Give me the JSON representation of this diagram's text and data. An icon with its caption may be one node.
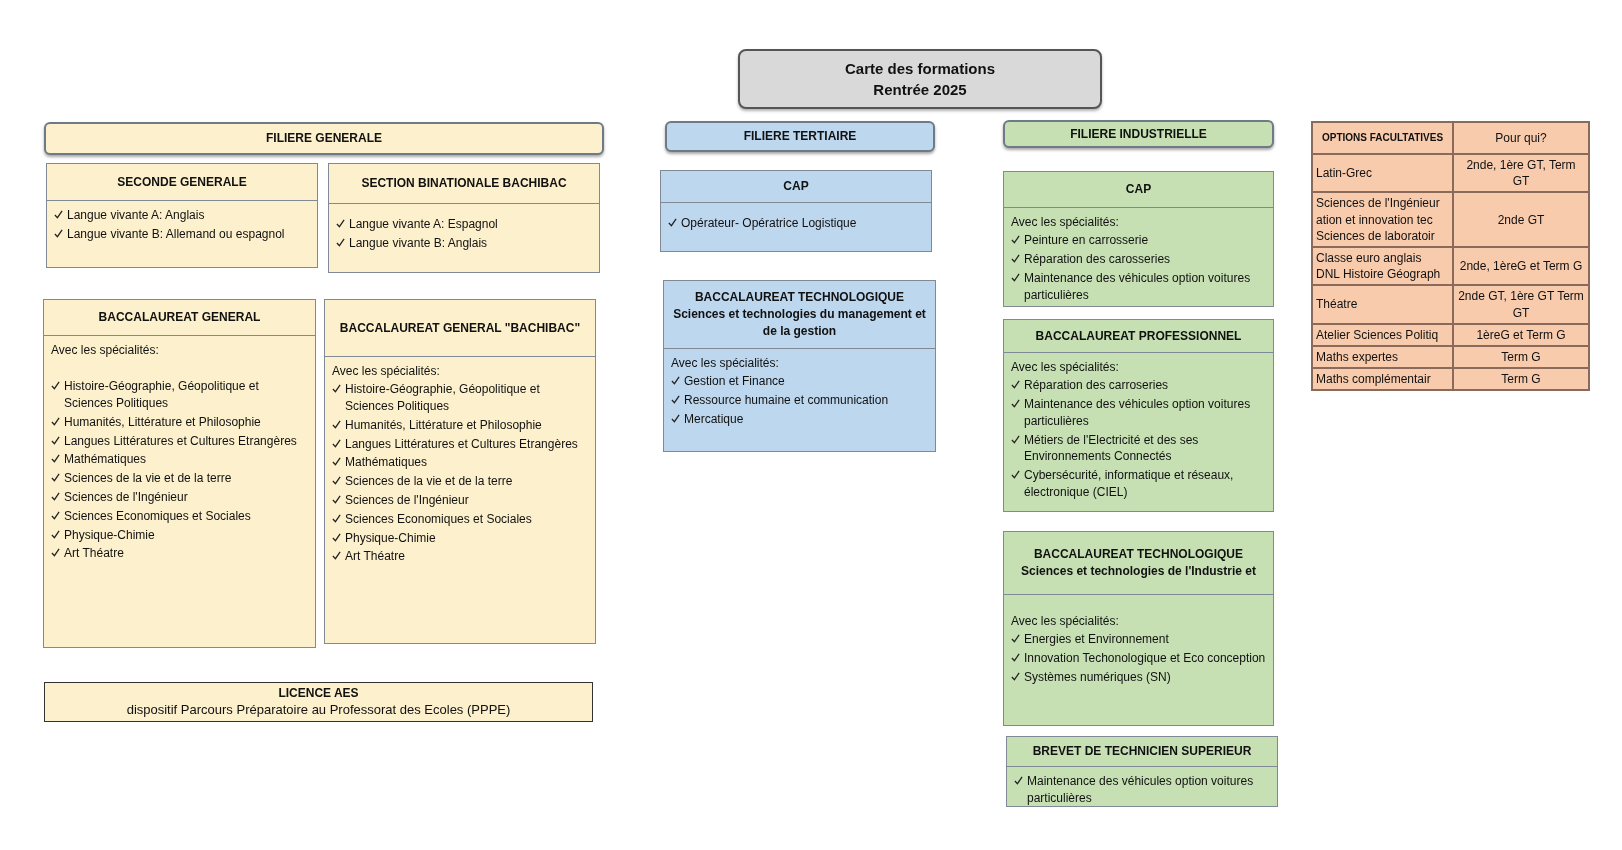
{
  "diagram": {
    "nodes": [
      {
        "text": [
          "Carte des formations Rentrée 2025"
        ]
      },
      {
        "text": [
          "FILIERE GENERALE"
        ]
      },
      {
        "text": [
          "SECONDE GENERALE",
          "Langue vivante A: Anglais",
          "Langue vivante B: Allemand ou espagnol"
        ]
      },
      {
        "text": [
          "SECTION BINATIONALE BACHIBAC",
          "Langue vivante A: Espagnol",
          "Langue vivante B: Anglais"
        ]
      },
      {
        "text": [
          "BACCALAUREAT GENERAL",
          "Avec les spécialités:",
          "Histoire-Géographie, Géopolitique et Sciences Politiques",
          "Humanités, Littérature et Philosophie",
          "Langues Littératures et Cultures Etrangères",
          "Mathématiques",
          "Sciences de la vie et de la terre",
          "Sciences de l'Ingénieur",
          "Sciences Economiques et Sociales",
          "Physique-Chimie",
          "Art Théatre"
        ]
      },
      {
        "text": [
          "BACCALAUREAT GENERAL \"BACHIBAC\"",
          "Avec les spécialités:",
          "Histoire-Géographie, Géopolitique et Sciences Politiques",
          "Humanités, Littérature et Philosophie",
          "Langues Littératures et Cultures Etrangères",
          "Mathématiques",
          "Sciences de la vie et de la terre",
          "Sciences de l'Ingénieur",
          "Sciences Economiques et Sociales",
          "Physique-Chimie",
          "Art Théatre"
        ]
      },
      {
        "text": [
          "LICENCE AES",
          "dispositif Parcours Préparatoire au Professorat des Ecoles (PPPE)"
        ]
      },
      {
        "text": [
          "FILIERE TERTIAIRE"
        ]
      },
      {
        "text": [
          "CAP",
          "Opérateur- Opératrice Logistique"
        ]
      },
      {
        "text": [
          "BACCALAUREAT TECHNOLOGIQUE",
          "Sciences et technologies du management et de la gestion",
          "Avec les spécialités:",
          "Gestion et Finance",
          "Ressource humaine et communication",
          "Mercatique"
        ]
      },
      {
        "text": [
          "FILIERE INDUSTRIELLE"
        ]
      },
      {
        "text": [
          "CAP",
          "Avec les spécialités:",
          "Peinture en carrosserie",
          "Réparation des carosseries",
          "Maintenance des véhicules option voitures particulières"
        ]
      },
      {
        "text": [
          "BACCALAUREAT PROFESSIONNEL",
          "Avec les spécialités:",
          "Réparation des carroseries",
          "Maintenance des véhicules option voitures particulières",
          "Métiers de l'Electricité et des ses Environnements Connectés",
          "Cybersécurité, informatique et réseaux, électronique (CIEL)"
        ]
      },
      {
        "text": [
          "BACCALAUREAT TECHNOLOGIQUE",
          "Sciences et technologies de l'Industrie et",
          "Avec les spécialités:",
          "Energies et Environnement",
          "Innovation Techonologique et Eco conception",
          "Systèmes numériques (SN)"
        ]
      },
      {
        "text": [
          "BREVET DE TECHNICIEN SUPERIEUR",
          "Maintenance des véhicules option voitures particulières"
        ]
      }
    ],
    "labels": [
      "OPTIONS FACULTATIVES",
      "Pour qui?",
      "Latin-Grec",
      "2nde, 1ère GT, Term GT",
      "Sciences de l'Ingénieur",
      "ation et innovation tec",
      "Sciences de laboratoir",
      "2nde GT",
      "Classe euro anglais",
      "DNL Histoire Géograph",
      "2nde, 1èreG et Term G",
      "Théatre",
      "2nde GT, 1ère GT Term GT",
      "Atelier Sciences Politiq",
      "1èreG et Term G",
      "Maths expertes",
      "Term G",
      "Maths complémentair",
      "Term G"
    ]
  }
}
